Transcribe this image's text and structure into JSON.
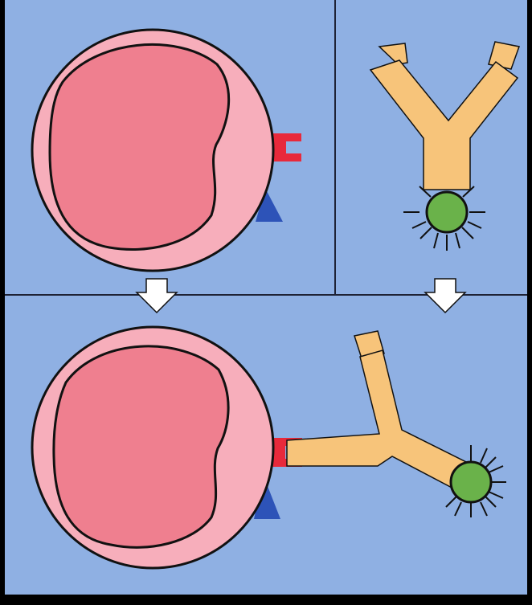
{
  "colors": {
    "background": "#8fb0e3",
    "frame": "#000000",
    "divider": "#1e2235",
    "cell_membrane": "#f7aebb",
    "nucleus": "#ef7f8f",
    "outline": "#111111",
    "receptor_red": "#e8293b",
    "receptor_blue": "#2d53b8",
    "antibody": "#f7c47a",
    "fluorescent_tag": "#6ab24a",
    "arrow": "#ffffff"
  },
  "panels": [
    {
      "id": "top-left",
      "content": "cell-with-receptors"
    },
    {
      "id": "top-right",
      "content": "labeled-antibody"
    },
    {
      "id": "bottom",
      "content": "antibody-bound-to-cell-receptor"
    }
  ],
  "icons": [
    "cell-icon",
    "nucleus-icon",
    "red-receptor-icon",
    "blue-receptor-icon",
    "antibody-icon",
    "fluorescent-tag-icon",
    "down-arrow-icon"
  ]
}
